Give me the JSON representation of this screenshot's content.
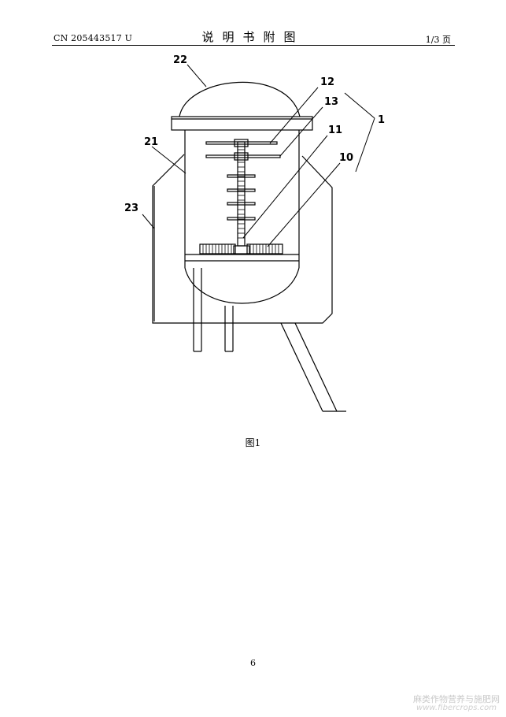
{
  "header": {
    "publication_number": "CN 205443517 U",
    "section_title": "说明书附图",
    "page_of_total": "1/3 页"
  },
  "figure": {
    "caption": "图1",
    "callouts": {
      "top_lid": "22",
      "upper_blade": "12",
      "lower_blade": "13",
      "shaft": "11",
      "bottom_gear": "10",
      "assembly": "1",
      "inner_tank": "21",
      "outer_housing": "23"
    }
  },
  "footer": {
    "page_number": "6"
  },
  "watermark": {
    "site_name_cn": "麻类作物营养与施肥网",
    "site_url": "www.fibercrops.com"
  }
}
